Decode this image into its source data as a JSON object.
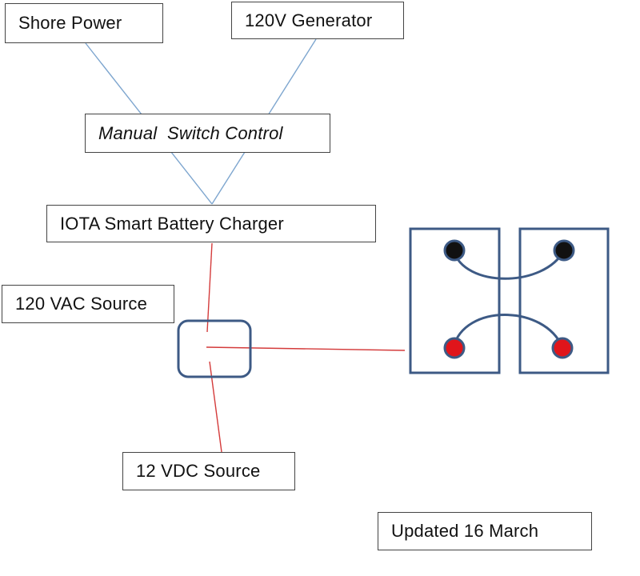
{
  "labels": {
    "shore_power": "Shore Power",
    "generator": "120V Generator",
    "manual_switch": "Manual  Switch Control",
    "charger": "IOTA Smart Battery Charger",
    "vac_source": "120 VAC Source",
    "vdc_source": "12 VDC Source",
    "updated": "Updated 16 March"
  },
  "colors": {
    "ac_wire": "#7ea6cf",
    "dc_wire": "#d43b3b",
    "battery_outline": "#3d5a85",
    "positive_terminal": "#e0151b",
    "negative_terminal": "#111111"
  },
  "batteries": [
    {
      "name": "left-battery",
      "terminals": [
        "negative",
        "positive"
      ]
    },
    {
      "name": "right-battery",
      "terminals": [
        "negative",
        "positive"
      ]
    }
  ]
}
